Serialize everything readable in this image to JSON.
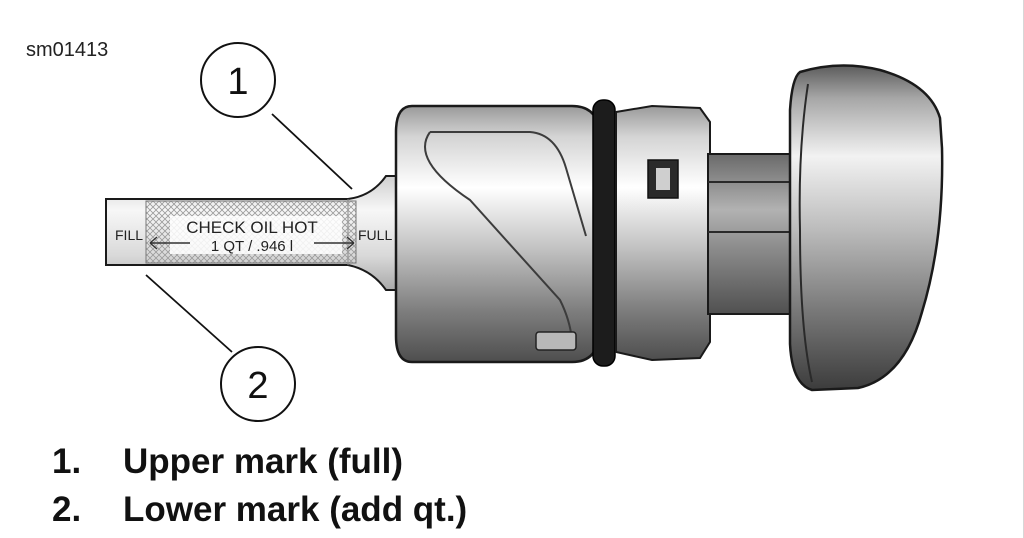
{
  "figure_id": "sm01413",
  "callouts": [
    {
      "number": "1"
    },
    {
      "number": "2"
    }
  ],
  "dipstick": {
    "line1": "CHECK OIL HOT",
    "line2": "1 QT / .946 l",
    "left_mark": "FILL",
    "right_mark": "FULL"
  },
  "legend": [
    {
      "num": "1.",
      "text": "Upper mark (full)"
    },
    {
      "num": "2.",
      "text": "Lower mark (add qt.)"
    }
  ]
}
